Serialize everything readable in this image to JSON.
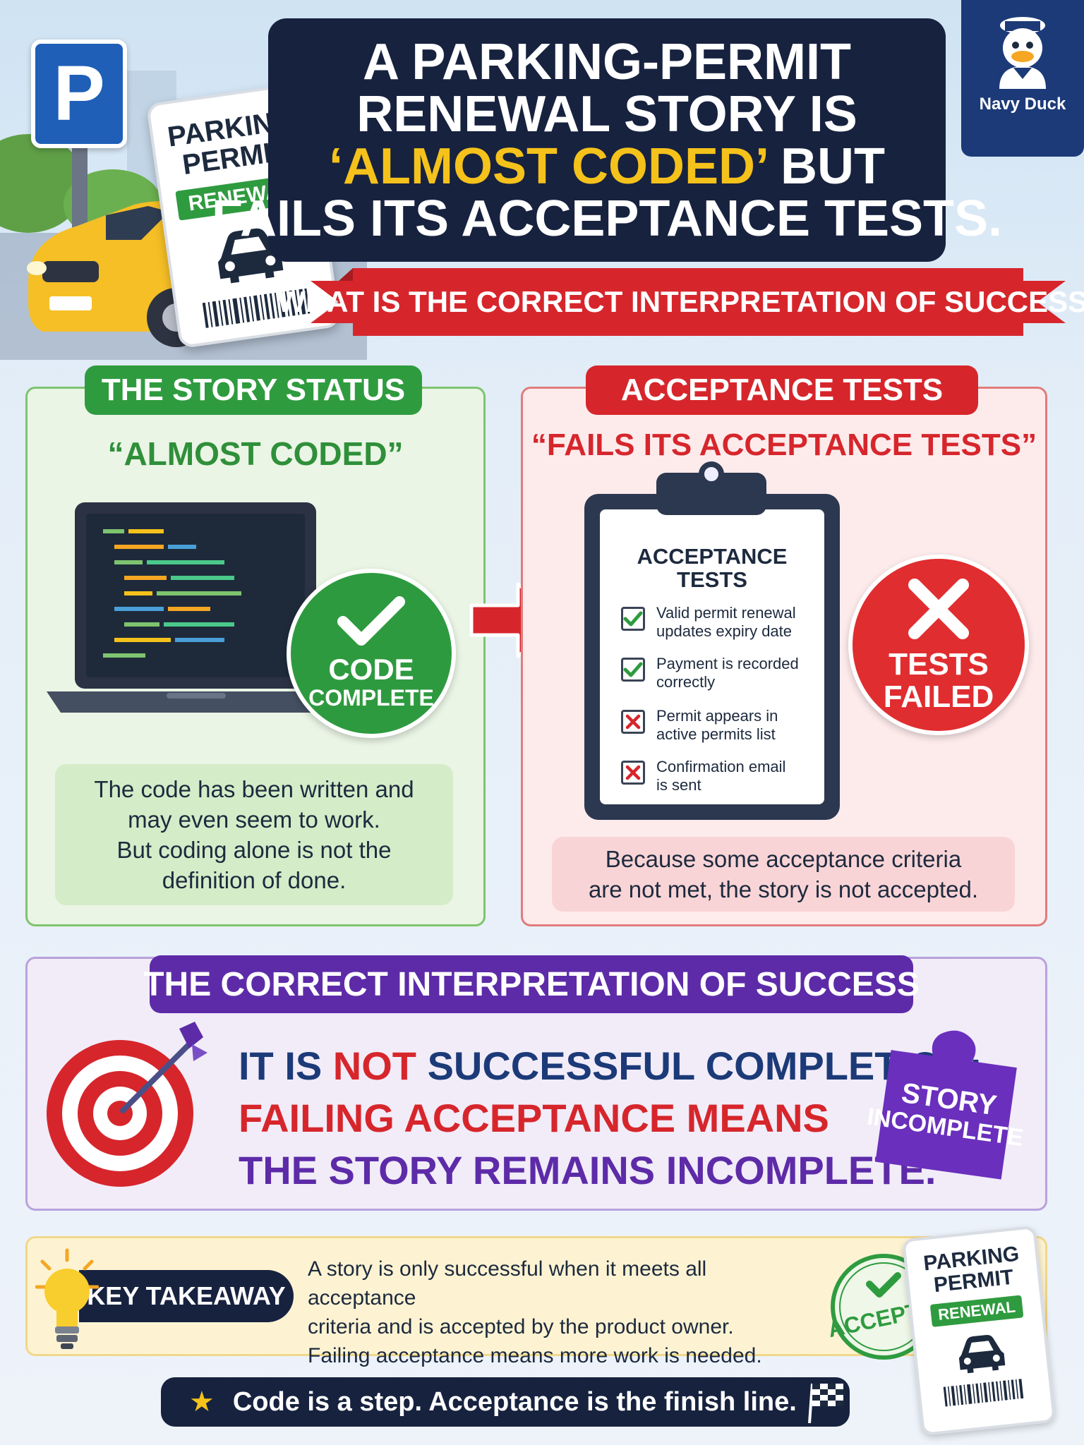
{
  "brand": {
    "name": "Navy Duck"
  },
  "header": {
    "title_line1": "A PARKING-PERMIT",
    "title_line2": "RENEWAL STORY IS",
    "title_line3_accent": "‘ALMOST CODED’",
    "title_line3_rest": " BUT",
    "title_line4": "FAILS ITS ACCEPTANCE TESTS.",
    "question": "WHAT IS THE CORRECT INTERPRETATION OF SUCCESS?",
    "permit_card": {
      "line1": "PARKING",
      "line2": "PERMIT",
      "tag": "RENEWAL"
    },
    "parking_sign": "P"
  },
  "status_panel": {
    "header": "THE STORY STATUS",
    "quote": "“ALMOST CODED”",
    "badge_line1": "CODE",
    "badge_line2": "COMPLETE",
    "note_lines": [
      "The code has been written and",
      "may even seem to work.",
      "But coding alone is not the",
      "definition of done."
    ]
  },
  "tests_panel": {
    "header": "ACCEPTANCE TESTS",
    "quote": "“FAILS ITS ACCEPTANCE TESTS”",
    "clipboard_title_line1": "ACCEPTANCE",
    "clipboard_title_line2": "TESTS",
    "tests": [
      {
        "line1": "Valid permit renewal",
        "line2": "updates expiry date",
        "passed": true
      },
      {
        "line1": "Payment is recorded",
        "line2": "correctly",
        "passed": true
      },
      {
        "line1": "Permit appears in",
        "line2": "active permits list",
        "passed": false
      },
      {
        "line1": "Confirmation email",
        "line2": "is sent",
        "passed": false
      }
    ],
    "badge_line1": "TESTS",
    "badge_line2": "FAILED",
    "note_lines": [
      "Because some acceptance criteria",
      "are not met, the story is not accepted."
    ]
  },
  "success_section": {
    "header": "THE CORRECT INTERPRETATION OF SUCCESS",
    "line1_a": "IT IS ",
    "line1_neg": "NOT",
    "line1_b": " SUCCESSFUL COMPLETION;",
    "line2": "FAILING ACCEPTANCE MEANS",
    "line3": "THE STORY REMAINS INCOMPLETE.",
    "puzzle_line1": "STORY",
    "puzzle_line2": "INCOMPLETE"
  },
  "takeaway": {
    "label": "KEY TAKEAWAY",
    "lines": [
      "A story is only successful when it meets all acceptance",
      "criteria and is accepted by the product owner.",
      "Failing acceptance means more work is needed."
    ],
    "stamp": "ACCEPTED",
    "permit_line1": "PARKING",
    "permit_line2": "PERMIT",
    "permit_tag": "RENEWAL"
  },
  "footer": {
    "text": "Code is a step. Acceptance is the finish line."
  },
  "colors": {
    "navy": "#17223f",
    "green": "#2f9b3f",
    "red": "#d6262c",
    "purple": "#5d2ba8",
    "yellow": "#f5c21b"
  }
}
